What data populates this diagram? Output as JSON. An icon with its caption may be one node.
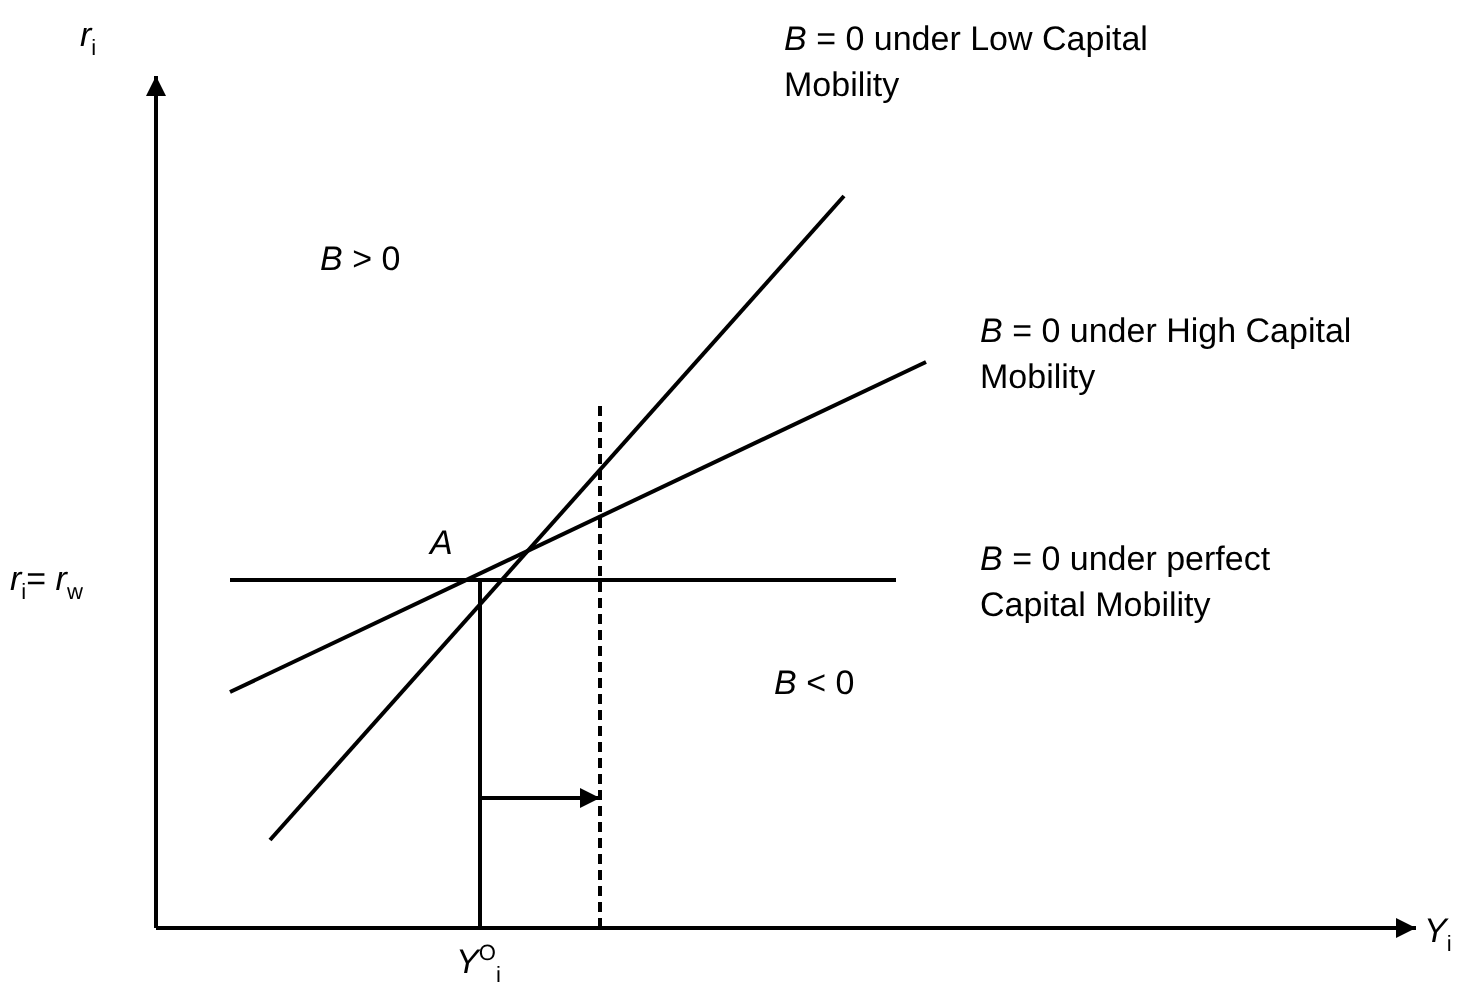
{
  "diagram": {
    "labels": [
      "*r*$_{i}$",
      "*B* = 0 under Low Capital Mobility",
      "*B* > 0",
      "*B* = 0 under High Capital Mobility",
      "*A*",
      "*r*$_{i}$= *r*$_{w}$",
      "*B* = 0 under perfect Capital Mobility",
      "*B* < 0",
      "*Y*$_{i}$",
      "*Y*$^{O}$$_{i}$"
    ]
  }
}
